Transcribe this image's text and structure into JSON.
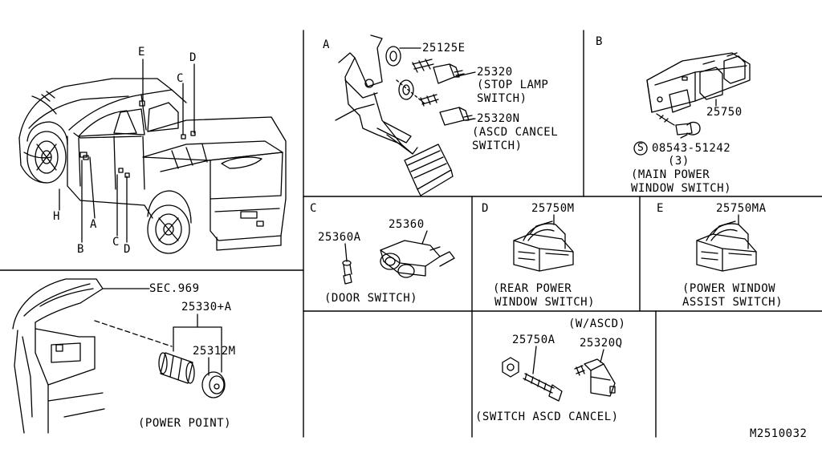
{
  "figure_id": "M2510032",
  "truck_callouts": {
    "E": "E",
    "D": "D",
    "C_top": "C",
    "H": "H",
    "A": "A",
    "B": "B",
    "C_bottom": "C",
    "D_bottom": "D"
  },
  "power_point": {
    "sec": "SEC.969",
    "part_a": "25330+A",
    "part_b": "25312M",
    "caption": "(POWER POINT)"
  },
  "section_a": {
    "letter": "A",
    "part_1": "25125E",
    "part_2": "25320",
    "part_2_desc": [
      "(STOP LAMP",
      "SWITCH)"
    ],
    "part_3": "25320N",
    "part_3_desc": [
      "(ASCD CANCEL",
      "SWITCH)"
    ]
  },
  "section_b": {
    "letter": "B",
    "part_1": "25750",
    "screw_prefix": "S",
    "screw": "08543-51242",
    "screw_qty": "(3)",
    "caption": [
      "(MAIN POWER",
      "WINDOW SWITCH)"
    ]
  },
  "section_c": {
    "letter": "C",
    "part_1": "25360A",
    "part_2": "25360",
    "caption": "(DOOR SWITCH)"
  },
  "section_d": {
    "letter": "D",
    "part_1": "25750M",
    "caption": [
      "(REAR POWER",
      "WINDOW SWITCH)"
    ]
  },
  "section_e": {
    "letter": "E",
    "part_1": "25750MA",
    "caption": [
      "(POWER WINDOW",
      "ASSIST SWITCH)"
    ]
  },
  "section_f": {
    "note": "(W/ASCD)",
    "part_1": "25750A",
    "part_2": "25320Q",
    "caption": "(SWITCH ASCD CANCEL)"
  }
}
